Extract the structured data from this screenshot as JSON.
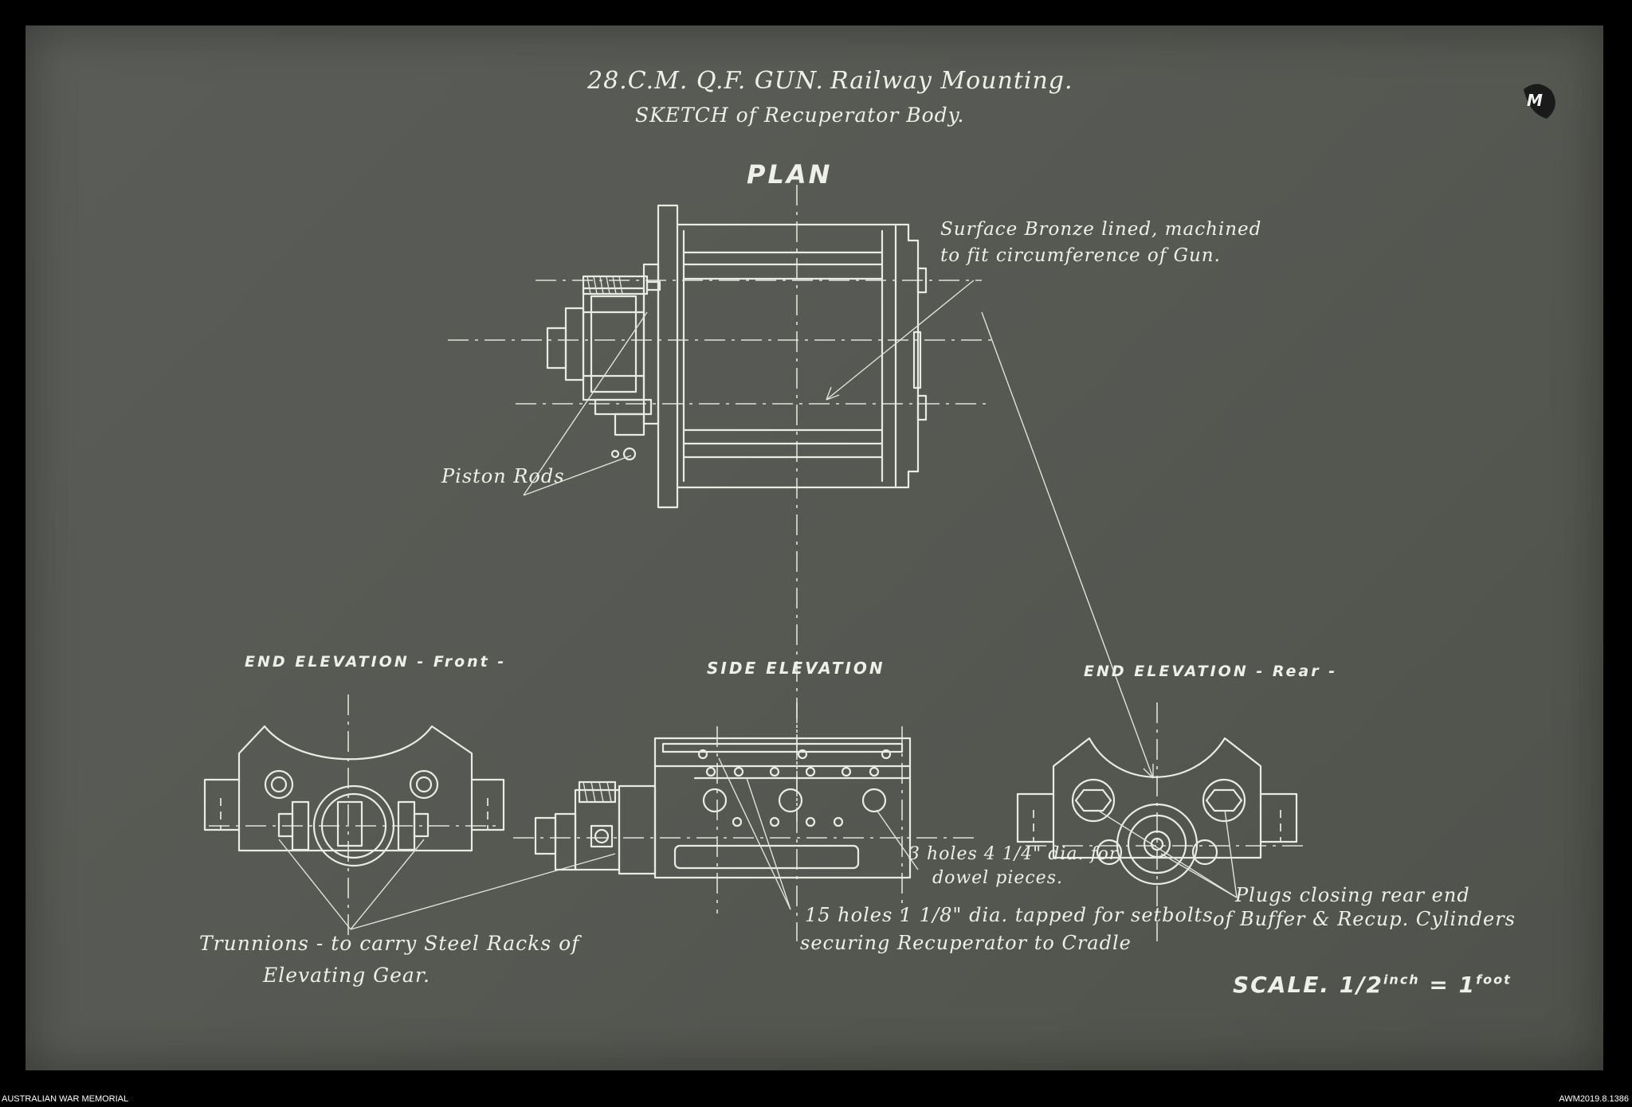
{
  "title": {
    "line1a": "28.C.M. Q.F. GUN.",
    "line1b": "Railway Mounting.",
    "line2": "SKETCH of Recuperator Body."
  },
  "views": {
    "plan": "PLAN",
    "end_front": "END ELEVATION - Front -",
    "side": "SIDE ELEVATION",
    "end_rear": "END ELEVATION - Rear -"
  },
  "notes": {
    "surface_1": "Surface Bronze lined, machined",
    "surface_2": "to fit circumference of Gun.",
    "piston_rods": "Piston Rods",
    "dowel_1": "3 holes 4 1/4\" dia. for",
    "dowel_2": "dowel pieces.",
    "holes_1": "15 holes 1 1/8\" dia. tapped for setbolts",
    "holes_2": "securing Recuperator to Cradle",
    "plugs_1": "Plugs closing rear end",
    "plugs_2": "of Buffer & Recup. Cylinders",
    "trunnions_1": "Trunnions - to carry Steel Racks of",
    "trunnions_2": "Elevating Gear.",
    "scale_main": "SCALE. 1/2",
    "scale_sup1": "inch",
    "scale_mid": " = 1",
    "scale_sup2": "foot"
  },
  "mark": "M",
  "footer": {
    "left": "AUSTRALIAN WAR MEMORIAL",
    "right": "AWM2019.8.1386"
  }
}
